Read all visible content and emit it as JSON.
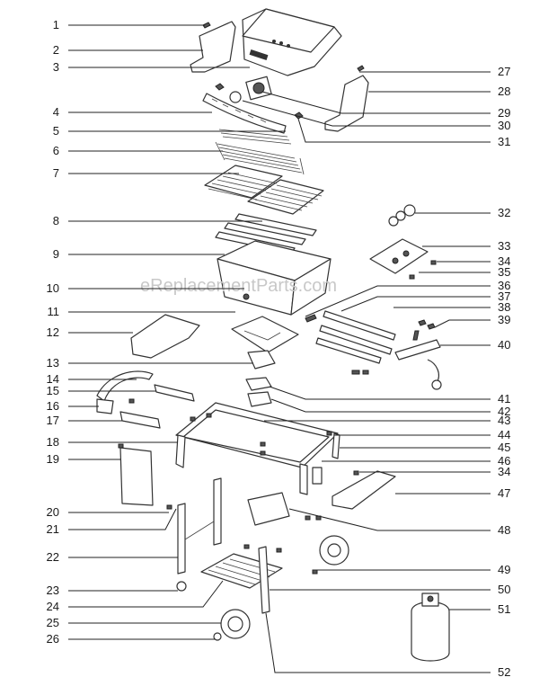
{
  "watermark": "eReplacementParts.com",
  "callouts_left": [
    "1",
    "2",
    "3",
    "4",
    "5",
    "6",
    "7",
    "8",
    "9",
    "10",
    "11",
    "12",
    "13",
    "14",
    "15",
    "16",
    "17",
    "18",
    "19",
    "20",
    "21",
    "22",
    "23",
    "24",
    "25",
    "26"
  ],
  "callouts_right": [
    "27",
    "28",
    "29",
    "30",
    "31",
    "32",
    "33",
    "34",
    "35",
    "36",
    "37",
    "38",
    "39",
    "40",
    "41",
    "42",
    "43",
    "44",
    "45",
    "46",
    "34",
    "47",
    "48",
    "49",
    "50",
    "51",
    "52"
  ]
}
